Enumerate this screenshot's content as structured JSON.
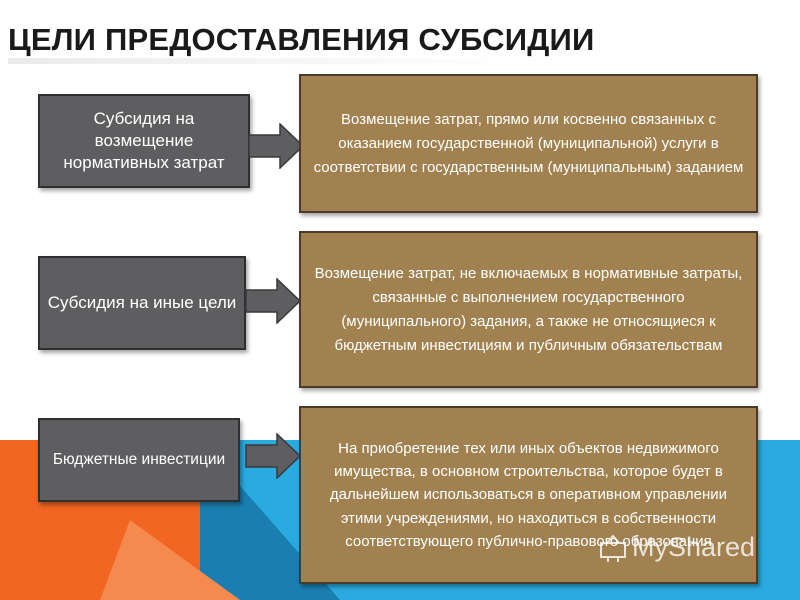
{
  "title": "ЦЕЛИ ПРЕДОСТАВЛЕНИЯ СУБСИДИИ",
  "rows": [
    {
      "left": "Субсидия на возмещение нормативных затрат",
      "right": "Возмещение затрат, прямо или косвенно связанных с оказанием государственной (муниципальной) услуги в соответствии с государственным (муниципальным) заданием"
    },
    {
      "left": "Субсидия на иные цели",
      "right": "Возмещение затрат, не включаемых в нормативные затраты, связанные с выполнением государственного (муниципального) задания, а также не относящиеся к бюджетным инвестициям и публичным обязательствам"
    },
    {
      "left": "Бюджетные инвестиции",
      "right": "На приобретение тех или иных объектов недвижимого имущества, в основном строительства, которое будет в дальнейшем использоваться в оперативном управлении этими учреждениями, но находиться в собственности соответствующего публично-правового образования"
    }
  ],
  "watermark": "MyShared",
  "colors": {
    "gray_box": "#5e5e60",
    "brown_box": "#a0814f",
    "orange": "#f26522",
    "blue": "#29abe2"
  },
  "icons": [
    "arrow-right-icon",
    "myshared-logo-icon"
  ]
}
